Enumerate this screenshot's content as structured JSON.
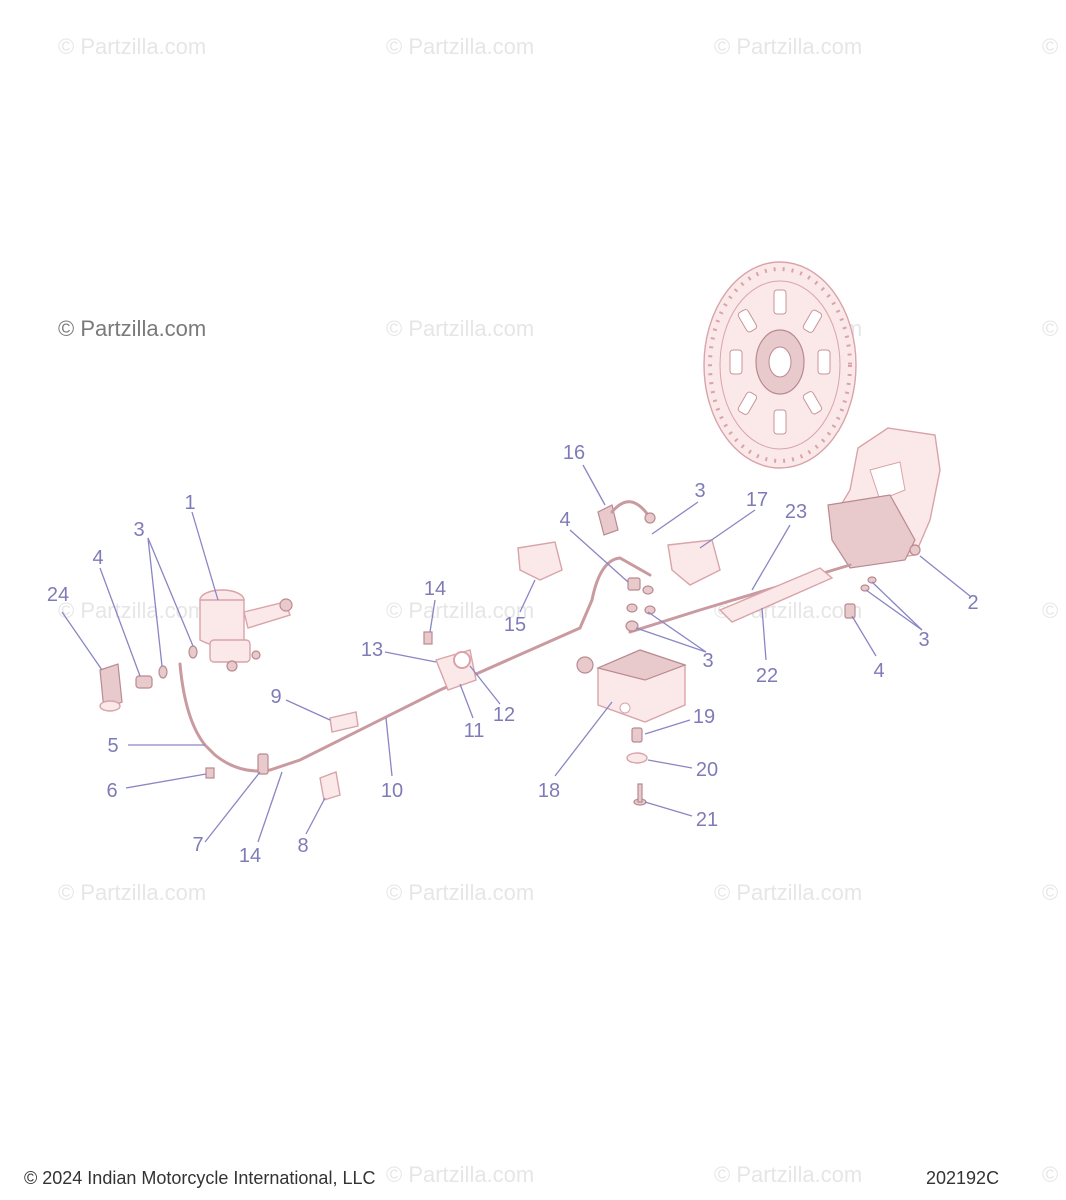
{
  "watermark_text": "© Partzilla.com",
  "watermark_symbol": "©",
  "callouts": {
    "c1": "1",
    "c2": "2",
    "c3": "3",
    "c4": "4",
    "c5": "5",
    "c6": "6",
    "c7": "7",
    "c8": "8",
    "c9": "9",
    "c10": "10",
    "c11": "11",
    "c12": "12",
    "c13": "13",
    "c14": "14",
    "c15": "15",
    "c16": "16",
    "c17": "17",
    "c18": "18",
    "c19": "19",
    "c20": "20",
    "c21": "21",
    "c22": "22",
    "c23": "23",
    "c24": "24"
  },
  "footer": {
    "copyright": "© 2024 Indian Motorcycle International, LLC",
    "diagram_code": "202192C"
  },
  "colors": {
    "callout": "#7f7bb8",
    "part_fill": "#fbe9ea",
    "part_stroke": "#d9a3a9",
    "watermark": "#e6e6e6"
  }
}
